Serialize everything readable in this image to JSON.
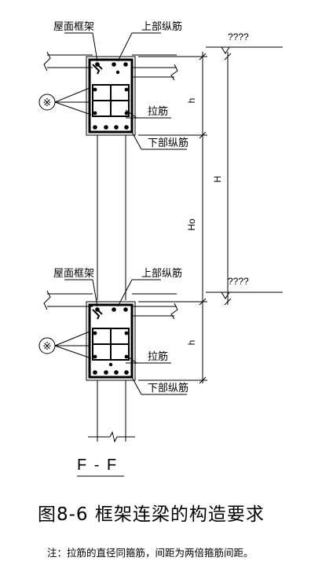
{
  "top_section": {
    "label_roof_frame": "屋面框架",
    "label_top_rebar": "上部纵筋",
    "label_tie_bar": "拉筋",
    "label_bottom_rebar": "下部纵筋",
    "marker": "※",
    "elevation_mark": "????",
    "dim_h": "h"
  },
  "bottom_section": {
    "label_roof_frame": "屋面框架",
    "label_top_rebar": "上部纵筋",
    "label_tie_bar": "拉筋",
    "label_bottom_rebar": "下部纵筋",
    "marker": "※",
    "elevation_mark": "????",
    "dim_h": "h"
  },
  "dim_H": "H",
  "dim_Ho": "Ho",
  "section_label": "F - F",
  "figure_title": "图8-6  框架连梁的构造要求",
  "note": "注：拉筋的直径同箍筋，间距为两倍箍筋间距。"
}
